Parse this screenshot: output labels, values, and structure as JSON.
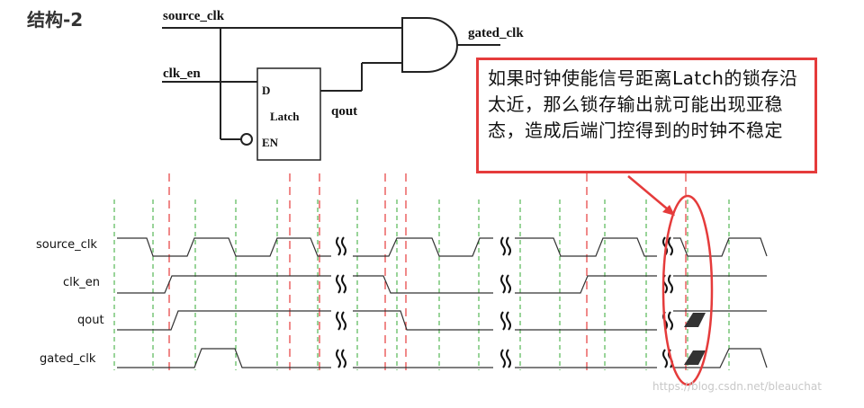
{
  "title": "结构-2",
  "schematic": {
    "source_label": "source_clk",
    "en_label": "clk_en",
    "out_label": "gated_clk",
    "q_label": "qout",
    "latch_name": "Latch",
    "pin_d": "D",
    "pin_en": "EN"
  },
  "annotation": {
    "text": "如果时钟使能信号距离Latch的锁存沿太近，那么锁存输出就可能出现亚稳态，造成后端门控得到的时钟不稳定",
    "border_color": "#e53b3b"
  },
  "waveforms": {
    "signals": [
      "source_clk",
      "clk_en",
      "qout",
      "gated_clk"
    ]
  },
  "colors": {
    "grid_green": "#33aa33",
    "marker_red": "#e53b3b",
    "line": "#333333"
  },
  "watermark": "https://blog.csdn.net/bleauchat"
}
